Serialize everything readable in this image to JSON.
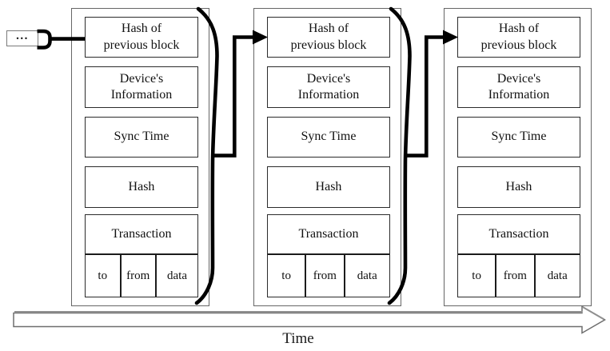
{
  "colors": {
    "ink": "#000000",
    "inner_box_border": "#2b2b2b",
    "outer_block_border": "#666666",
    "timeline_stroke": "#6e6e6e",
    "timeline_shade": "#8f8f8f",
    "background": "#ffffff"
  },
  "prev_indicator": {
    "label": "..."
  },
  "blocks": [
    {
      "hash_prev": "Hash of\nprevious block",
      "device_info": "Device's\nInformation",
      "sync_time": "Sync Time",
      "hash": "Hash",
      "transaction": "Transaction",
      "cells": {
        "to": "to",
        "from": "from",
        "data": "data"
      }
    },
    {
      "hash_prev": "Hash of\nprevious block",
      "device_info": "Device's\nInformation",
      "sync_time": "Sync Time",
      "hash": "Hash",
      "transaction": "Transaction",
      "cells": {
        "to": "to",
        "from": "from",
        "data": "data"
      }
    },
    {
      "hash_prev": "Hash of\nprevious block",
      "device_info": "Device's\nInformation",
      "sync_time": "Sync Time",
      "hash": "Hash",
      "transaction": "Transaction",
      "cells": {
        "to": "to",
        "from": "from",
        "data": "data"
      }
    }
  ],
  "timeline": {
    "label": "Time"
  }
}
